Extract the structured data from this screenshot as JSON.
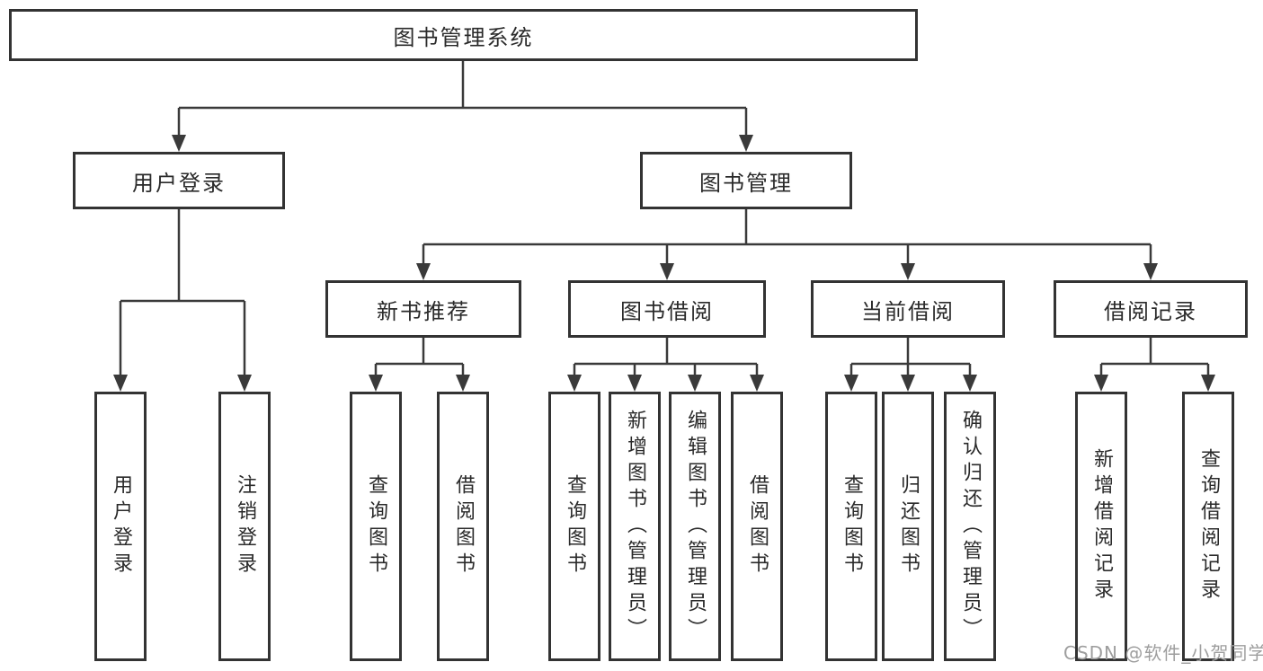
{
  "title": "图书管理系统",
  "watermark": "CSDN @软件_小贺同学",
  "colors": {
    "line": "#3a3a3a",
    "border": "#333333",
    "text": "#2a2a2a",
    "watermark": "#9e9e9e",
    "background": "#ffffff"
  },
  "tree": {
    "label": "图书管理系统",
    "children": [
      {
        "label": "用户登录",
        "children": [
          {
            "label": "用户登录"
          },
          {
            "label": "注销登录"
          }
        ]
      },
      {
        "label": "图书管理",
        "children": [
          {
            "label": "新书推荐",
            "children": [
              {
                "label": "查询图书"
              },
              {
                "label": "借阅图书"
              }
            ]
          },
          {
            "label": "图书借阅",
            "children": [
              {
                "label": "查询图书"
              },
              {
                "label": "新增图书（管理员）"
              },
              {
                "label": "编辑图书（管理员）"
              },
              {
                "label": "借阅图书"
              }
            ]
          },
          {
            "label": "当前借阅",
            "children": [
              {
                "label": "查询图书"
              },
              {
                "label": "归还图书"
              },
              {
                "label": "确认归还（管理员）"
              }
            ]
          },
          {
            "label": "借阅记录",
            "children": [
              {
                "label": "新增借阅记录"
              },
              {
                "label": "查询借阅记录"
              }
            ]
          }
        ]
      }
    ]
  }
}
